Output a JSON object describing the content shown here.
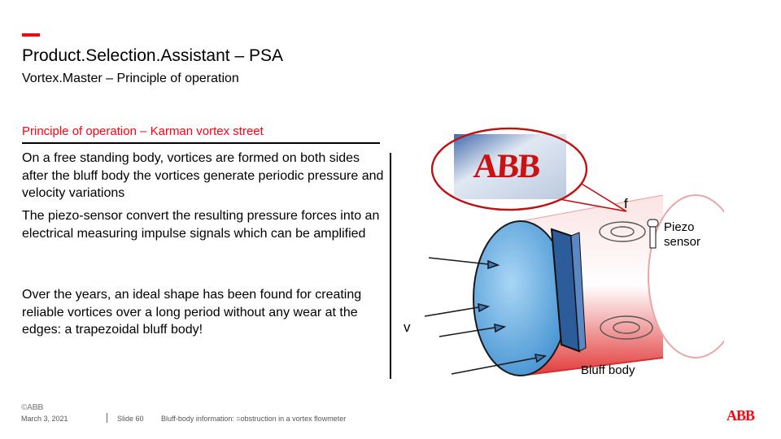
{
  "slide": {
    "title": "Product.Selection.Assistant – PSA",
    "subtitle": "Vortex.Master – Principle of operation",
    "section_heading": "Principle of operation – Karman vortex street",
    "paragraphs": [
      "On a free standing body, vortices are formed on both sides after the bluff body the vortices generate periodic pressure and velocity variations",
      "The piezo-sensor convert the resulting pressure forces into an electrical measuring impulse signals which can be amplified",
      "Over the years, an ideal shape has been found for creating reliable vortices over a long period without any wear at the edges: a trapezoidal bluff body!"
    ]
  },
  "diagram": {
    "label_f": "f",
    "label_v": "v",
    "label_piezo": "Piezo sensor",
    "label_bluff_body": "Bluff body",
    "flag_text": "ABB"
  },
  "footer": {
    "logo_text": "©ABB",
    "date": "March 3, 2021",
    "slide": "Slide 60",
    "note": "Bluff-body information: =obstruction in a vortex flowmeter",
    "brand": "ABB"
  },
  "colors": {
    "accent": "#ff000f",
    "pipe": "#e84040",
    "disc": "#4fa7e0",
    "bluff": "#2c5d9a"
  }
}
